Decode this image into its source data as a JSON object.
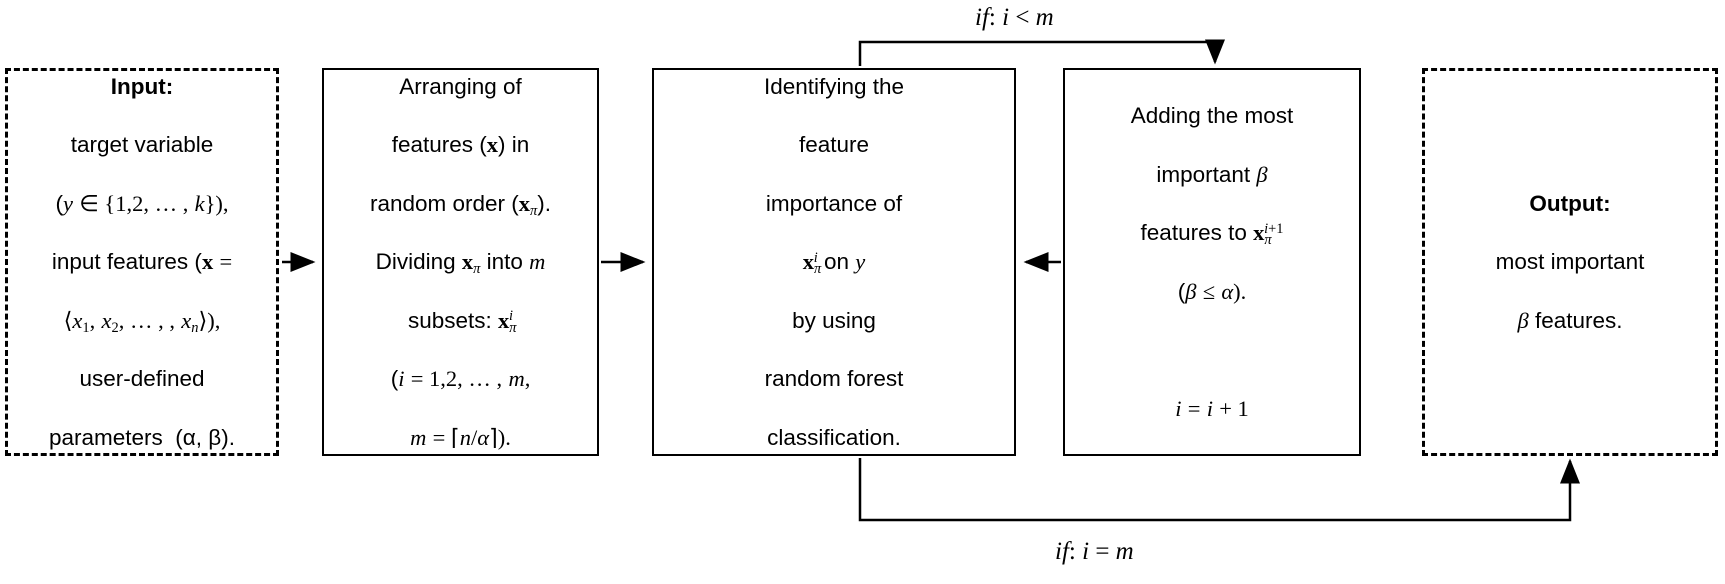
{
  "diagram": {
    "title": "Recursive feature selection flowchart",
    "stroke_color": "#000000",
    "background_color": "#ffffff",
    "boxes": [
      {
        "id": "input",
        "style": "dashed",
        "heading": "Input:",
        "lines": [
          "target variable",
          "(y ∈ {1,2, … , k}),",
          "input features (x =",
          "⟨x₁, x₂, … , , xₙ⟩),",
          "user-defined",
          "parameters  (α, β)."
        ],
        "plain_text": "Input: target variable (y ∈ {1,2, …, k}), input features (x = ⟨x1, x2, …, , xn⟩), user-defined parameters (α, β)."
      },
      {
        "id": "arranging",
        "style": "solid",
        "heading": "",
        "lines": [
          "Arranging of",
          "features (x) in",
          "random order (xπ).",
          "Dividing xπ into m",
          "subsets: xπⁱ",
          "(i = 1,2, … , m,",
          "m = ⌈n/α⌉)."
        ],
        "plain_text": "Arranging of features (x) in random order (xπ). Dividing xπ into m subsets: xπ^i (i = 1,2, …, m, m = ⌈n/α⌉)."
      },
      {
        "id": "identifying",
        "style": "solid",
        "heading": "",
        "lines": [
          "Identifying the",
          "feature",
          "importance of",
          "xπⁱ on y",
          "by using",
          "random forest",
          "classification."
        ],
        "plain_text": "Identifying the feature importance of xπ^i on y by using random forest classification."
      },
      {
        "id": "adding",
        "style": "solid",
        "heading": "",
        "lines": [
          "Adding the most",
          "important β",
          "features to xπⁱ⁺¹",
          "(β ≤ α).",
          "",
          "i = i + 1"
        ],
        "plain_text": "Adding the most important β features to xπ^{i+1} (β ≤ α). i = i + 1"
      },
      {
        "id": "output",
        "style": "dashed",
        "heading": "Output:",
        "lines": [
          "most important",
          "β features."
        ],
        "plain_text": "Output: most important β features."
      }
    ],
    "loop_labels": {
      "top": "if: i < m",
      "bottom": "if: i = m"
    },
    "connectors": [
      {
        "id": "input-to-arranging",
        "from": "input",
        "to": "arranging",
        "direction": "right"
      },
      {
        "id": "arranging-to-identifying",
        "from": "arranging",
        "to": "identifying",
        "direction": "right"
      },
      {
        "id": "adding-to-identifying",
        "from": "adding",
        "to": "identifying",
        "direction": "left"
      },
      {
        "id": "identifying-to-adding",
        "from": "identifying",
        "to": "adding",
        "direction": "loop-top",
        "label": "if: i < m"
      },
      {
        "id": "identifying-to-output",
        "from": "identifying",
        "to": "output",
        "direction": "loop-bottom",
        "label": "if: i = m"
      }
    ]
  }
}
